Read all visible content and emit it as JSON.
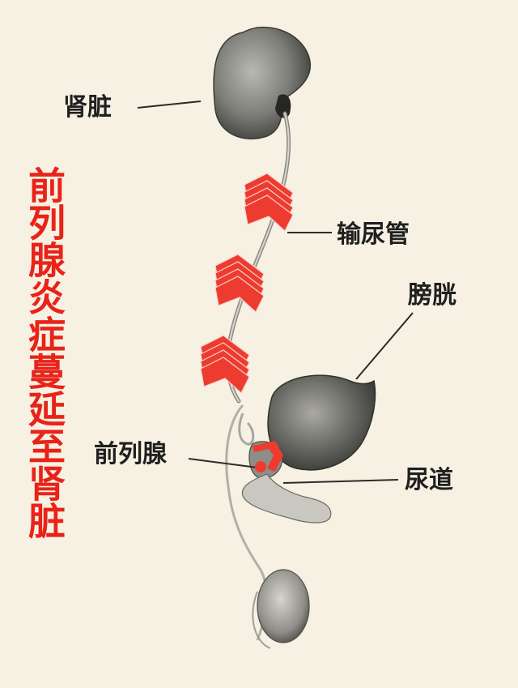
{
  "title": "前列腺炎症蔓延至肾脏",
  "labels": {
    "kidney": "肾脏",
    "ureter": "输尿管",
    "bladder": "膀胱",
    "prostate": "前列腺",
    "urethra": "尿道"
  },
  "colors": {
    "background": "#f6f1e2",
    "title": "#e8231a",
    "arrows": "#ee3b2f",
    "organ": "#6f6f6f",
    "label": "#1f1f1f"
  }
}
